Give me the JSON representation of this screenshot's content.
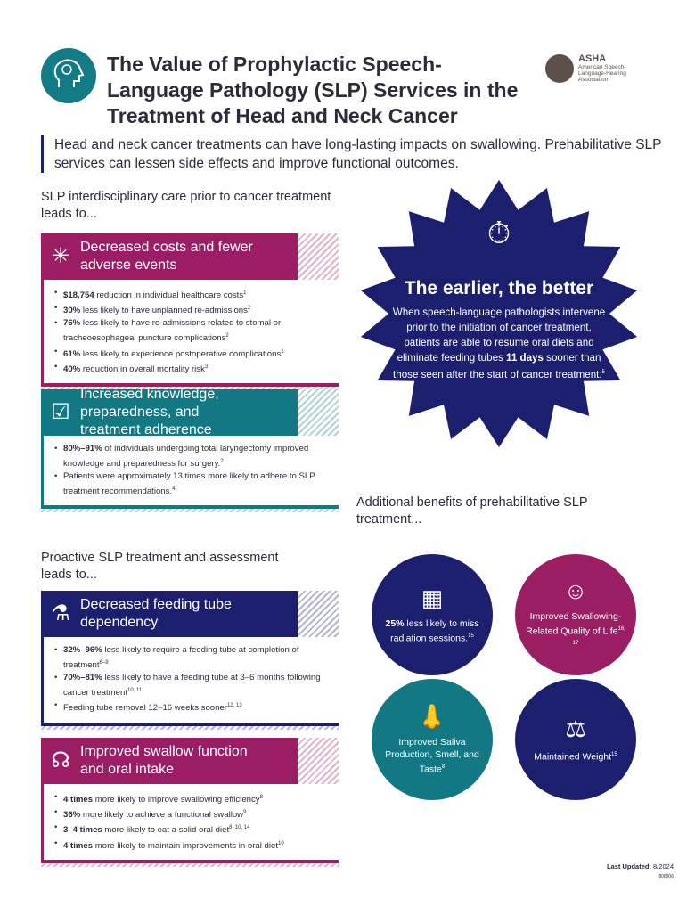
{
  "header": {
    "title": "The Value of Prophylactic Speech-Language Pathology (SLP) Services in the Treatment of Head and Neck Cancer",
    "org_short": "ASHA",
    "org_full": "American Speech-Language-Hearing Association"
  },
  "intro": "Head and neck cancer treatments can have long-lasting impacts on swallowing. Prehabilitative SLP services can lessen side effects and improve functional outcomes.",
  "section1": "SLP interdisciplinary care prior to cancer treatment leads to...",
  "section2": "Proactive SLP treatment and assessment leads to...",
  "cards": [
    {
      "title": "Decreased costs and fewer adverse events",
      "color": "#9b1d63",
      "items": [
        {
          "b": "$18,754",
          "t": " reduction in individual healthcare costs",
          "s": "1"
        },
        {
          "b": "30%",
          "t": " less likely to have unplanned re-admissions",
          "s": "2"
        },
        {
          "b": "76%",
          "t": " less likely to have re-admissions related to stomal or tracheoesophageal puncture complications",
          "s": "2"
        },
        {
          "b": "61%",
          "t": " less likely to experience postoperative complications",
          "s": "1"
        },
        {
          "b": "40%",
          "t": " reduction in overall mortality risk",
          "s": "3"
        }
      ]
    },
    {
      "title": "Increased knowledge, preparedness, and treatment adherence",
      "color": "#127884",
      "items": [
        {
          "b": "80%–91%",
          "t": " of individuals undergoing total laryngectomy improved knowledge and preparedness for surgery.",
          "s": "2"
        },
        {
          "b": "",
          "t": "Patients were approximately 13 times more likely to adhere to SLP treatment recommendations.",
          "s": "4"
        }
      ]
    },
    {
      "title": "Decreased feeding tube dependency",
      "color": "#1b1f6e",
      "items": [
        {
          "b": "32%–96%",
          "t": " less likely to require a feeding tube at completion of treatment",
          "s": "6–9"
        },
        {
          "b": "70%–81%",
          "t": " less likely to have a feeding tube at 3–6 months following cancer treatment",
          "s": "10, 11"
        },
        {
          "b": "",
          "t": "Feeding tube removal 12–16 weeks sooner",
          "s": "12, 13"
        }
      ]
    },
    {
      "title": "Improved swallow function and oral intake",
      "color": "#9b1d63",
      "items": [
        {
          "b": "4 times",
          "t": " more likely to improve swallowing efficiency",
          "s": "8"
        },
        {
          "b": "36%",
          "t": " more likely to achieve a functional swallow",
          "s": "9"
        },
        {
          "b": "3–4 times",
          "t": " more likely to eat a solid oral diet",
          "s": "8, 10, 14"
        },
        {
          "b": "4 times",
          "t": " more likely to maintain improvements in oral diet",
          "s": "10"
        }
      ]
    }
  ],
  "starburst": {
    "title": "The earlier, the better",
    "text_a": "When speech-language pathologists intervene prior to the initiation of cancer treatment, patients are able to resume oral diets and eliminate feeding tubes ",
    "bold": "11 days",
    "text_b": " sooner than those seen after the start of cancer treatment.",
    "sup": "5",
    "color": "#1b1f6e"
  },
  "benefits_heading": "Additional benefits of prehabilitative SLP treatment...",
  "benefits": [
    {
      "icon": "calendar-icon",
      "glyph": "▦",
      "b": "25%",
      "t": " less likely to miss radiation sessions.",
      "s": "15",
      "color": "#1b1f6e"
    },
    {
      "icon": "smile-icon",
      "glyph": "☺",
      "b": "",
      "t": "Improved Swallowing-Related Quality of Life",
      "s": "16, 17",
      "color": "#9b1d63"
    },
    {
      "icon": "nose-icon",
      "glyph": "👃",
      "b": "",
      "t": "Improved Saliva Production, Smell, and Taste",
      "s": "8",
      "color": "#127884"
    },
    {
      "icon": "scale-icon",
      "glyph": "⚖",
      "b": "",
      "t": "Maintained Weight",
      "s": "15",
      "color": "#1b1f6e"
    }
  ],
  "footer": {
    "updated_label": "Last Updated:",
    "updated": "8/2024",
    "code": "806906"
  }
}
